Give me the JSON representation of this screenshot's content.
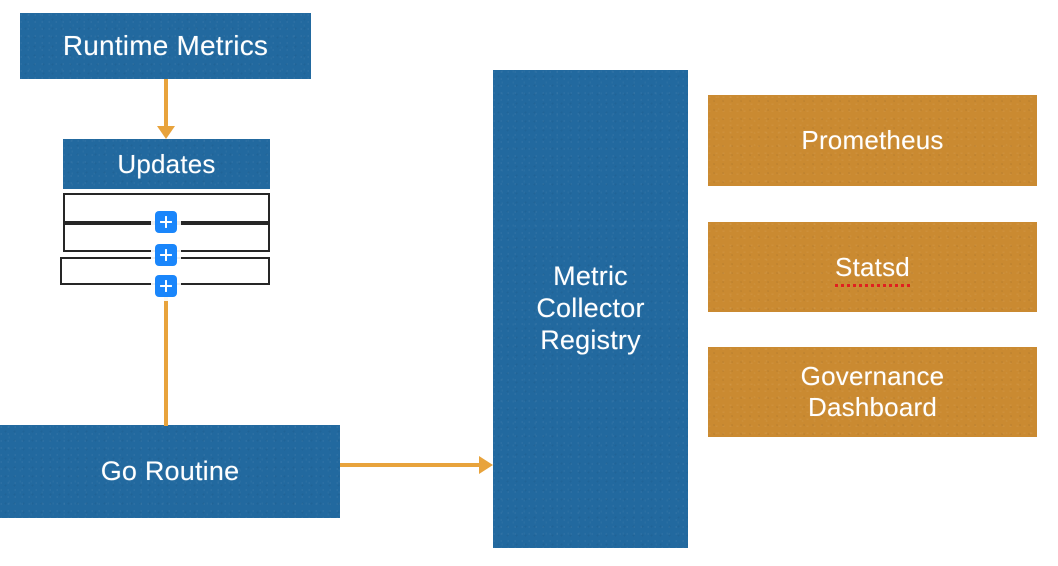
{
  "diagram": {
    "title": "Metrics collection architecture flow",
    "colors": {
      "box_blue": "#22699f",
      "box_orange": "#ca8a31",
      "connector_orange": "#e8a33c",
      "badge_blue": "#1a86fb",
      "row_border": "#262626",
      "canvas": "#ffffff",
      "spellcheck_underline": "#e02020"
    },
    "nodes": {
      "runtime_metrics": {
        "label": "Runtime Metrics"
      },
      "updates": {
        "label": "Updates"
      },
      "go_routine": {
        "label": "Go Routine"
      },
      "metric_collector_registry": {
        "label": "Metric\nCollector\nRegistry"
      }
    },
    "update_rows": [
      {
        "label": ""
      },
      {
        "label": ""
      },
      {
        "label": ""
      }
    ],
    "plus_badges": [
      {
        "glyph": "+",
        "name": "add-update-1"
      },
      {
        "glyph": "+",
        "name": "add-update-2"
      },
      {
        "glyph": "+",
        "name": "add-update-3"
      }
    ],
    "sinks": [
      {
        "label": "Prometheus",
        "misspelled": false
      },
      {
        "label": "Statsd",
        "misspelled": true
      },
      {
        "label": "Governance\nDashboard",
        "misspelled": false
      }
    ],
    "connectors": [
      {
        "name": "runtime-metrics-to-updates",
        "from": "Runtime Metrics",
        "to": "Updates",
        "direction": "down",
        "arrowhead": true
      },
      {
        "name": "updates-to-go-routine",
        "from": "Updates",
        "to": "Go Routine",
        "direction": "down",
        "arrowhead": false
      },
      {
        "name": "go-routine-to-registry",
        "from": "Go Routine",
        "to": "Metric Collector Registry",
        "direction": "right",
        "arrowhead": true
      }
    ]
  }
}
